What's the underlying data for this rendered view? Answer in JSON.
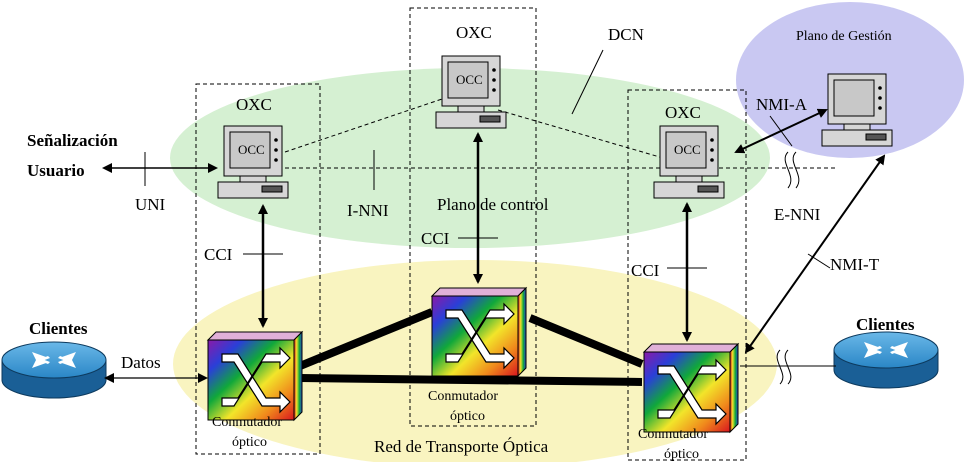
{
  "planes": {
    "control": "Plano de control",
    "management": "Plano de Gestión",
    "transport": "Red de Transporte Óptica",
    "dcn": "DCN"
  },
  "nodes": {
    "oxc_label": "OXC",
    "occ_label": "OCC",
    "switch_label_line1": "Conmutador",
    "switch_label_line2": "óptico"
  },
  "interfaces": {
    "uni": "UNI",
    "inni": "I-NNI",
    "enni": "E-NNI",
    "cci": "CCI",
    "nmi_a": "NMI-A",
    "nmi_t": "NMI-T",
    "datos": "Datos"
  },
  "clients": {
    "label": "Clientes",
    "signaling_line1": "Señalización",
    "signaling_line2": "Usuario"
  },
  "colors": {
    "control_plane": "#d5f0d2",
    "management_plane": "#c9c8f2",
    "transport_plane": "#f9f4c0",
    "router": "#1e73b0"
  }
}
